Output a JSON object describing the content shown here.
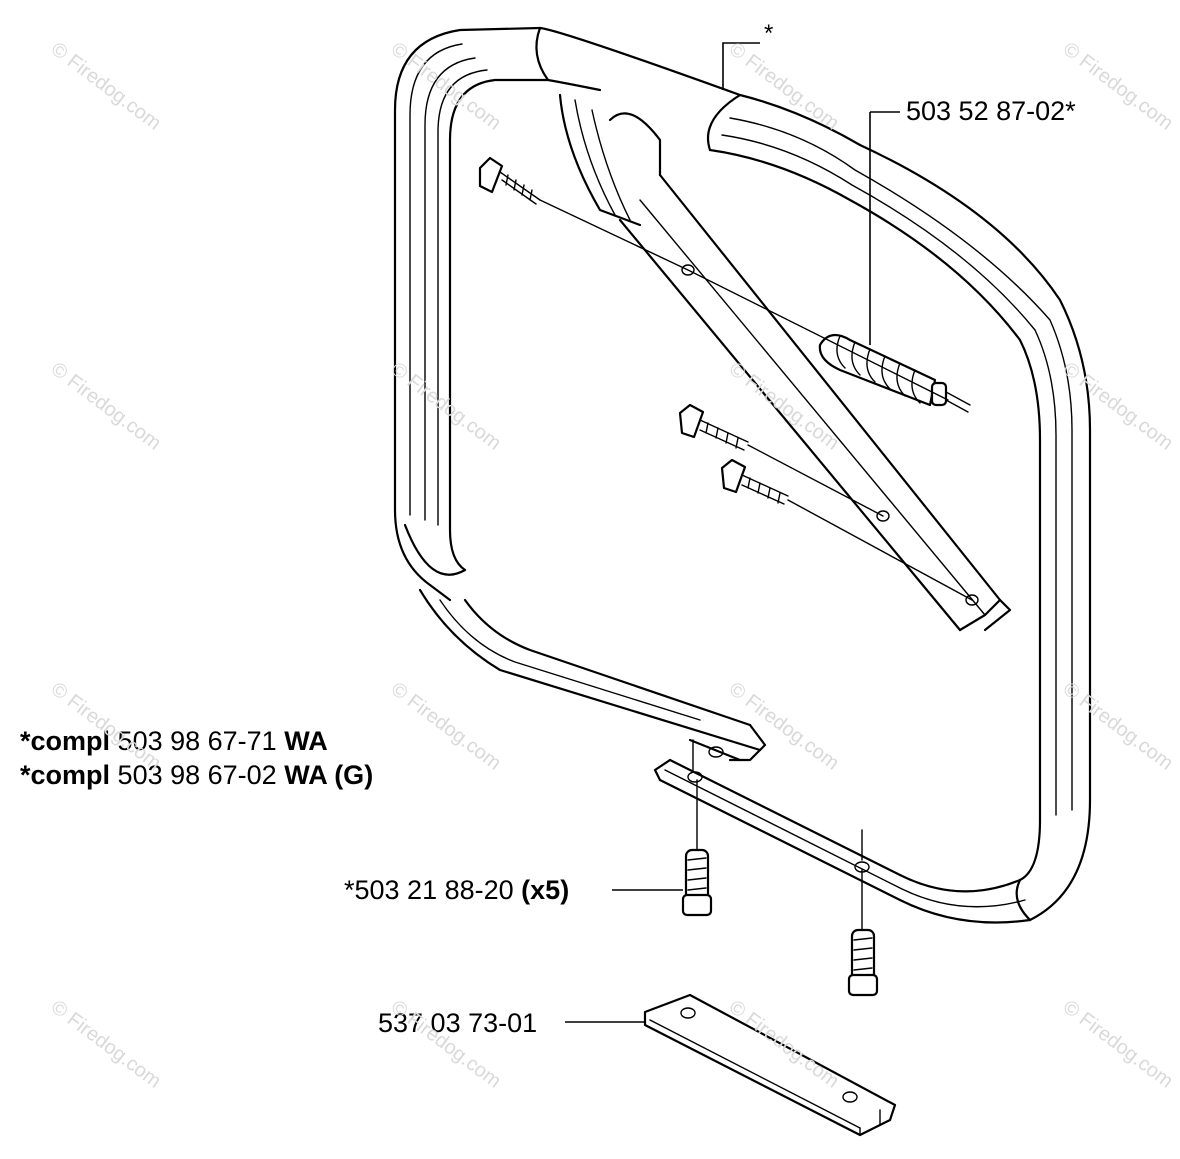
{
  "labels": {
    "star_marker": "*",
    "part_grip": "503 52 87-02*",
    "compl_1_prefix": "*compl",
    "compl_1_number": "503 98 67-71",
    "compl_1_suffix": "WA",
    "compl_2_prefix": "*compl",
    "compl_2_number": "503 98 67-02",
    "compl_2_suffix": "WA (G)",
    "part_screw": "*503 21 88-20",
    "part_screw_qty": "(x5)",
    "part_plate": "537 03 73-01"
  },
  "watermark": "© Firedog.com"
}
